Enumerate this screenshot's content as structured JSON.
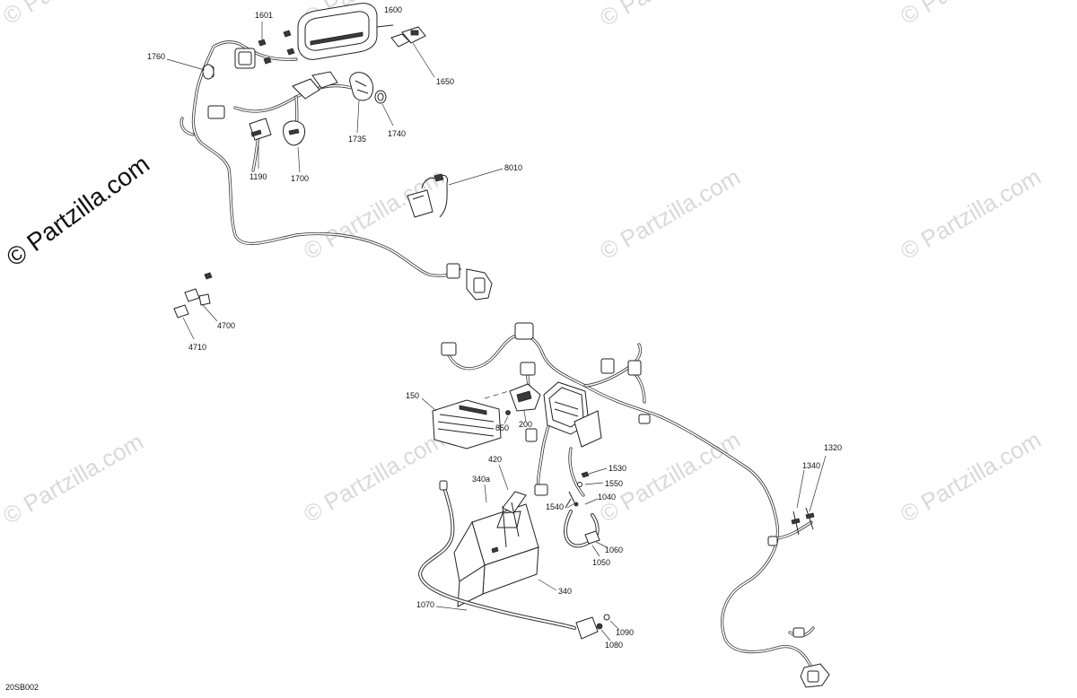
{
  "watermark": {
    "main": "© Partzilla.com",
    "tile": "© Partzilla.com"
  },
  "diagram_code": "20SB002",
  "callouts": {
    "c1601": "1601",
    "c1600": "1600",
    "c1760": "1760",
    "c1650": "1650",
    "c1735": "1735",
    "c1740": "1740",
    "c1190": "1190",
    "c1700": "1700",
    "c8010": "8010",
    "c4700": "4700",
    "c4710": "4710",
    "c150": "150",
    "c850": "850",
    "c200": "200",
    "c420": "420",
    "c340a": "340a",
    "c340": "340",
    "c1530": "1530",
    "c1550": "1550",
    "c1540": "1540",
    "c1040": "1040",
    "c1060": "1060",
    "c1050": "1050",
    "c1320": "1320",
    "c1340": "1340",
    "c1070": "1070",
    "c1090": "1090",
    "c1080": "1080"
  },
  "colors": {
    "line": "#222222",
    "watermark": "#d9d9d9"
  }
}
